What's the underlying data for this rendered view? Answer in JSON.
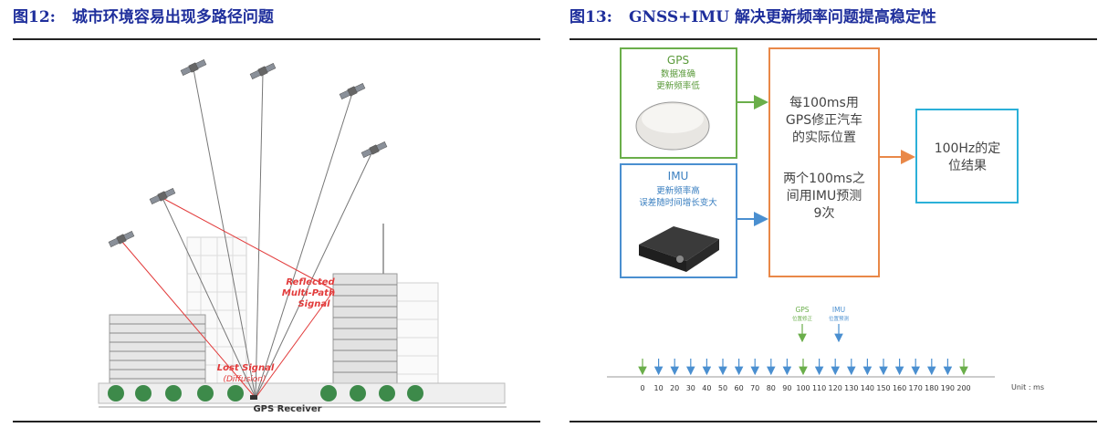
{
  "figure12": {
    "number": "图12:",
    "title": "城市环境容易出现多路径问题",
    "labels": {
      "reflected": [
        "Reflected",
        "Multi-Path",
        "Signal"
      ],
      "lost": "Lost Signal",
      "diffusion": "(Diffusion)",
      "receiver": "GPS Receiver"
    }
  },
  "figure13": {
    "number": "图13:",
    "title": "GNSS+IMU 解决更新频率问题提高稳定性",
    "gps_box": {
      "name": "GPS",
      "line1": "数据准确",
      "line2": "更新频率低"
    },
    "imu_box": {
      "name": "IMU",
      "line1": "更新频率高",
      "line2": "误差随时间增长变大"
    },
    "center_box": {
      "lines1": [
        "每100ms用",
        "GPS修正汽车",
        "的实际位置"
      ],
      "lines2": [
        "两个100ms之",
        "间用IMU预测",
        "9次"
      ]
    },
    "result_box": {
      "lines": [
        "100Hz的定",
        "位结果"
      ]
    },
    "timeline": {
      "gps_label": "GPS",
      "gps_sub": "位置修正",
      "imu_label": "IMU",
      "imu_sub": "位置预测",
      "ticks": [
        "0",
        "10",
        "20",
        "30",
        "40",
        "50",
        "60",
        "70",
        "80",
        "90",
        "100",
        "110",
        "120",
        "130",
        "140",
        "150",
        "160",
        "170",
        "180",
        "190",
        "200"
      ],
      "unit": "Unit : ms"
    }
  },
  "colors": {
    "title": "#1f2f9c",
    "gps_green": "#6aae4a",
    "imu_blue": "#4a8fd0",
    "center_orange": "#e98848",
    "result_cyan": "#2bb0d8",
    "signal_red": "#e23b3b"
  }
}
